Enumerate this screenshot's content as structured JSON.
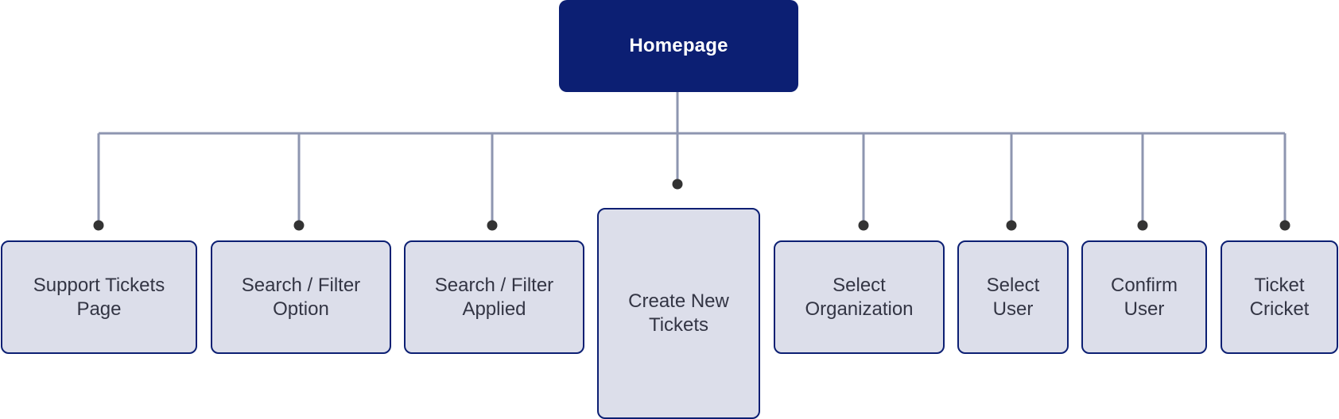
{
  "diagram": {
    "root": {
      "label": "Homepage"
    },
    "children": [
      {
        "label": "Support Tickets\nPage"
      },
      {
        "label": "Search / Filter\nOption"
      },
      {
        "label": "Search / Filter\nApplied"
      },
      {
        "label": "Create New\nTickets"
      },
      {
        "label": "Select\nOrganization"
      },
      {
        "label": "Select\nUser"
      },
      {
        "label": "Confirm\nUser"
      },
      {
        "label": "Ticket\nCricket"
      }
    ]
  },
  "colors": {
    "root_fill": "#0c1f73",
    "child_fill": "#dcdeea",
    "child_border": "#0c1f73",
    "connector": "#8e96b0",
    "connector_dot": "#333333"
  }
}
